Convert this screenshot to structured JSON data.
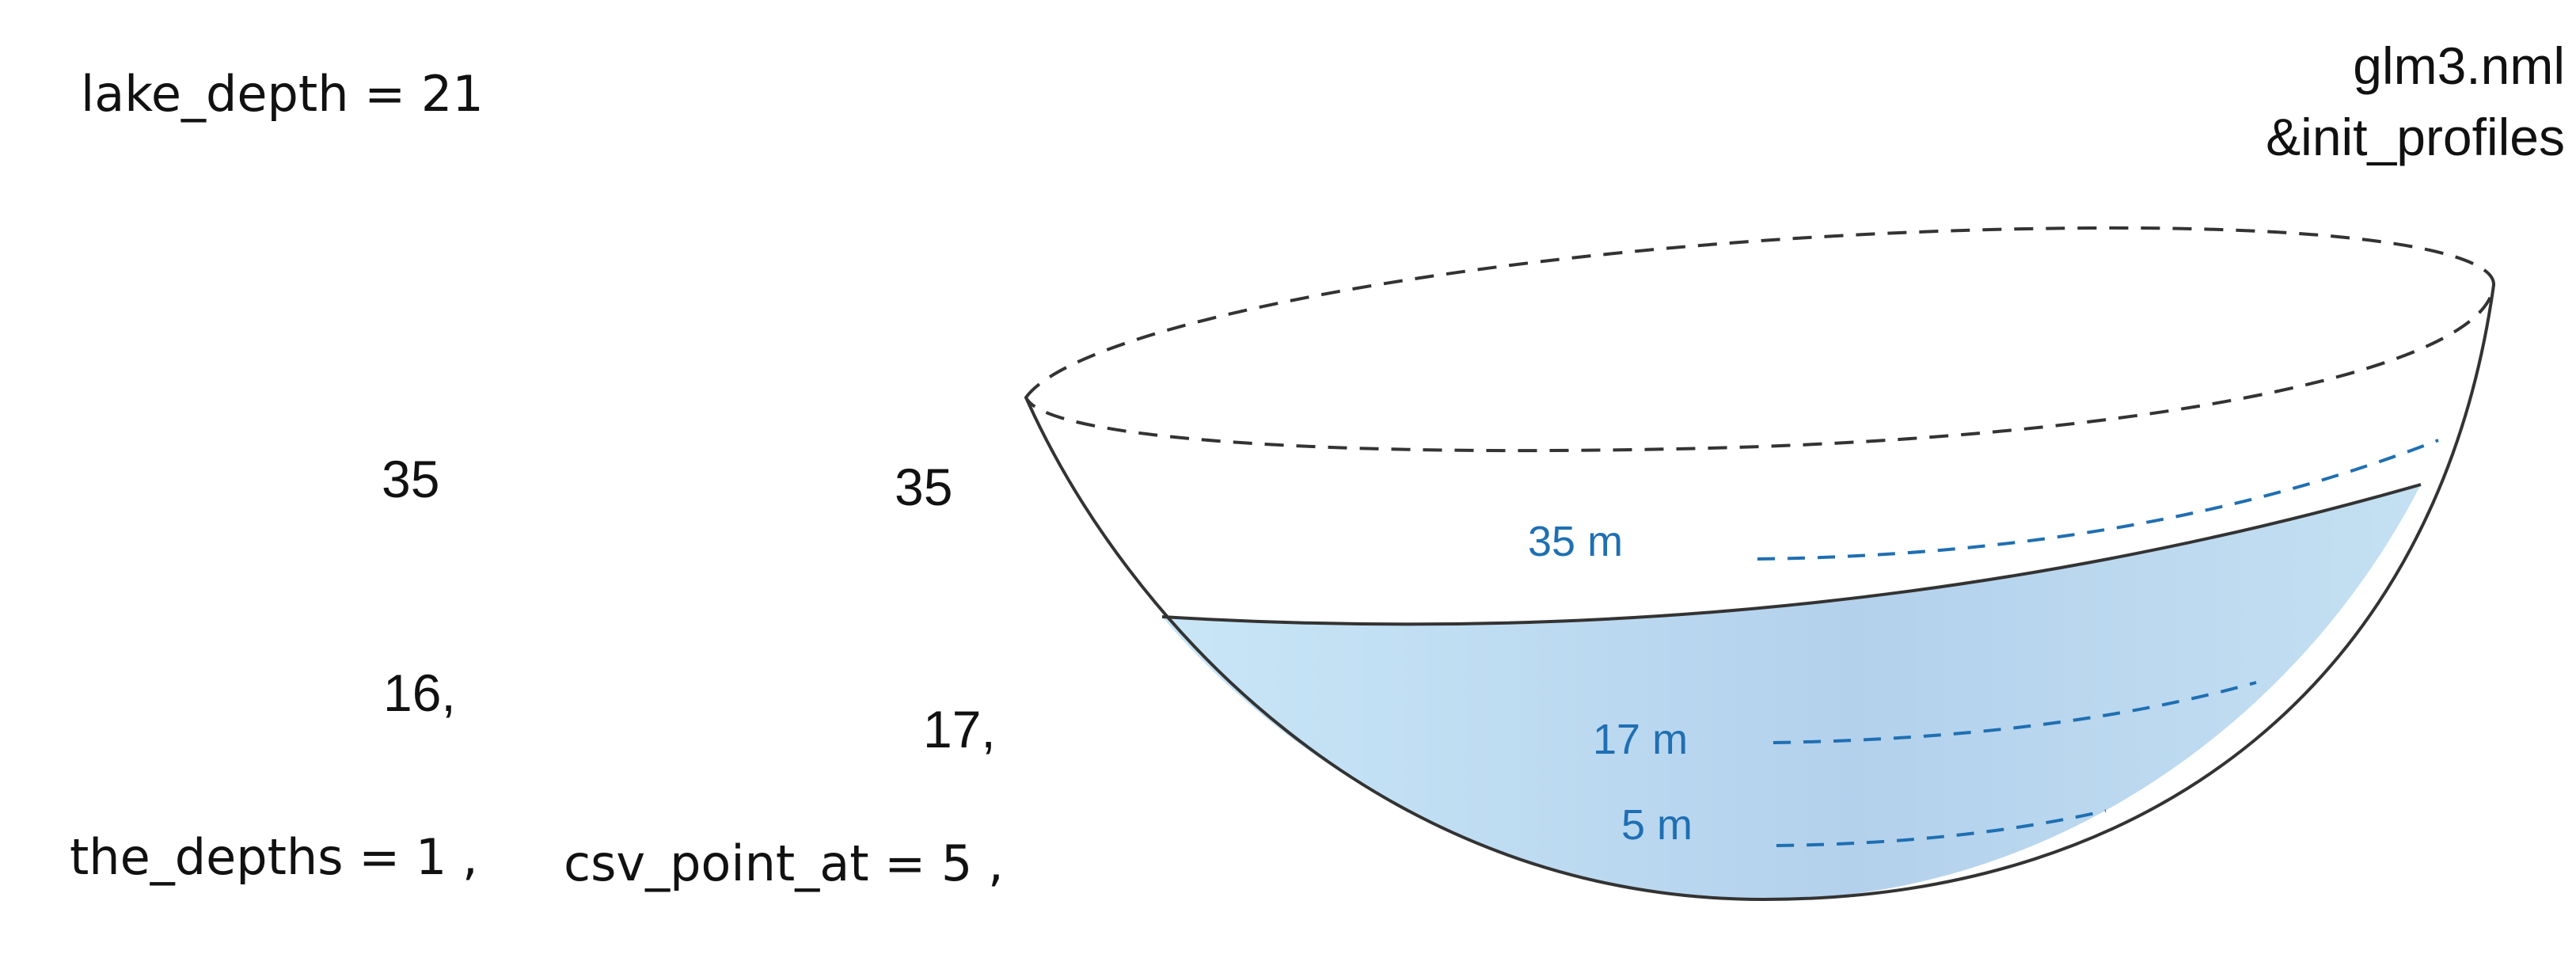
{
  "header": {
    "file_name": "glm3.nml",
    "section": "&init_profiles"
  },
  "params": {
    "lake_depth": "lake_depth = 21",
    "the_depths": "the_depths = 1 ,",
    "csv_point_at": "csv_point_at = 5 ,"
  },
  "columns": {
    "the_depths_values": [
      "35",
      "16,"
    ],
    "csv_point_at_values": [
      "35",
      "17,"
    ]
  },
  "depth_labels": [
    "35 m",
    "17 m",
    "5 m"
  ],
  "colors": {
    "water_light": "#c9e6f7",
    "water_dark": "#b3d1ec",
    "outline": "#333333",
    "rim_dash": "#333333",
    "depth_line": "#1f6fb2",
    "depth_text": "#1f6fb2"
  }
}
